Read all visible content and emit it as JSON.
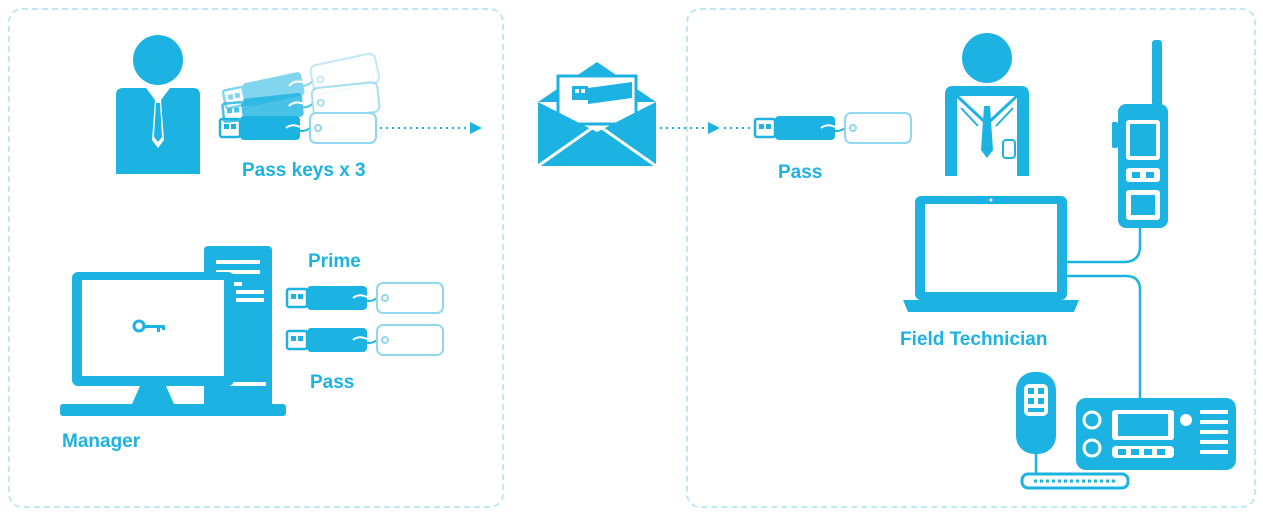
{
  "colors": {
    "primary": "#1cb3e2",
    "panel_border": "#bfe7f5",
    "tag_outline": "#8fd6ef",
    "background": "#ffffff"
  },
  "left_panel": {
    "pass_keys_label": "Pass keys x 3",
    "prime_label": "Prime",
    "pass_label": "Pass",
    "manager_label": "Manager"
  },
  "right_panel": {
    "pass_label": "Pass",
    "field_technician_label": "Field Technician"
  },
  "icons": [
    "manager-person-icon",
    "usb-key-tag-icon",
    "envelope-icon",
    "desktop-computer-icon",
    "key-icon",
    "technician-person-icon",
    "laptop-icon",
    "handheld-radio-icon",
    "mobile-radio-icon",
    "microphone-icon"
  ]
}
